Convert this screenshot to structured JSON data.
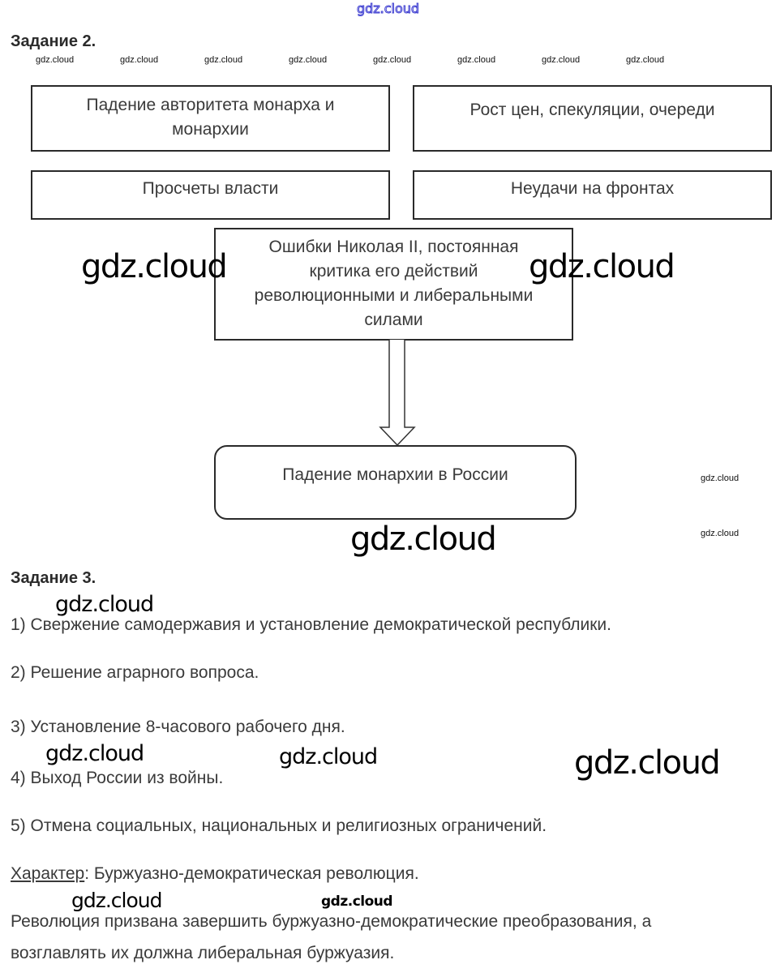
{
  "watermark": {
    "text": "gdz.cloud"
  },
  "task2": {
    "heading": "Задание 2.",
    "boxes": {
      "top_left": "Падение авторитета монарха и монархии",
      "top_right": "Рост цен, спекуляции, очереди",
      "mid_left": "Просчеты власти",
      "mid_right": "Неудачи на фронтах",
      "center": "Ошибки Николая II, постоянная критика его действий революционными и либеральными силами",
      "result": "Падение монархии в России"
    }
  },
  "task3": {
    "heading": "Задание 3.",
    "items": [
      "1) Свержение самодержавия и установление демократической республики.",
      "2) Решение аграрного вопроса.",
      "3) Установление 8-часового рабочего дня.",
      "4) Выход России из войны.",
      "5) Отмена социальных, национальных и религиозных ограничений."
    ],
    "character_label": "Характер",
    "character_sep": ":",
    "character_value": " Буржуазно-демократическая революция.",
    "conclusion_line1": "Революция призвана завершить буржуазно-демократические преобразования, а",
    "conclusion_line2": "возглавлять их должна либеральная буржуазия."
  }
}
